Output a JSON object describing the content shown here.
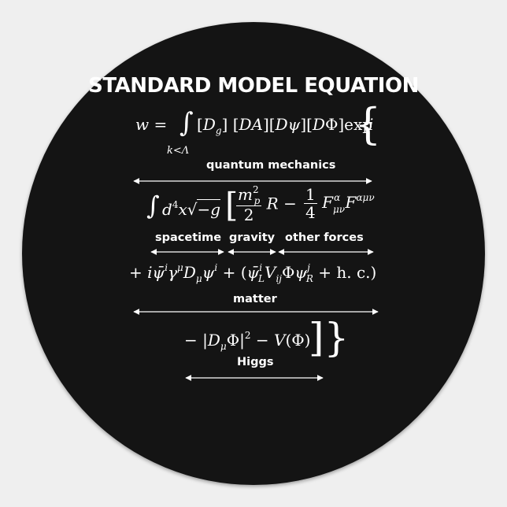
{
  "title": "STANDARD MODEL EQUATION",
  "labels": {
    "quantum_mechanics": "quantum mechanics",
    "spacetime": "spacetime",
    "gravity": "gravity",
    "other_forces": "other forces",
    "matter": "matter",
    "higgs": "Higgs"
  },
  "colors": {
    "background": "#141414",
    "ink": "#ffffff",
    "surround": "#efefef"
  }
}
